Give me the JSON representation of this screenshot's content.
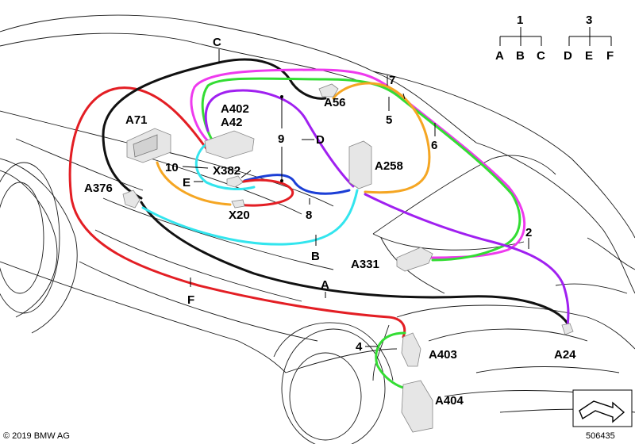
{
  "components": {
    "A71": "A71",
    "A402": "A402",
    "A42": "A42",
    "A56": "A56",
    "X382": "X382",
    "A376": "A376",
    "X20": "X20",
    "A258": "A258",
    "A331": "A331",
    "A403": "A403",
    "A404": "A404",
    "A24": "A24",
    "E": "E"
  },
  "wire_numbers": {
    "n2": "2",
    "n4": "4",
    "n5": "5",
    "n6": "6",
    "n7": "7",
    "n8": "8",
    "n9": "9",
    "n10": "10"
  },
  "wire_letters": {
    "A": "A",
    "B": "B",
    "C": "C",
    "D": "D",
    "F": "F"
  },
  "legend": {
    "group1": {
      "number": "1",
      "letters": [
        "A",
        "B",
        "C"
      ]
    },
    "group3": {
      "number": "3",
      "letters": [
        "D",
        "E",
        "F"
      ]
    }
  },
  "footer": {
    "copyright": "© 2019 BMW AG",
    "part_number": "506435"
  },
  "colors": {
    "red": "#e31e24",
    "black": "#111111",
    "magenta": "#ee3aee",
    "green": "#33dd33",
    "orange": "#f5a623",
    "purple": "#a020f0",
    "cyan": "#33e5ee",
    "blue": "#1c3fd6"
  },
  "icons": [
    "arrow-symbol-icon"
  ]
}
